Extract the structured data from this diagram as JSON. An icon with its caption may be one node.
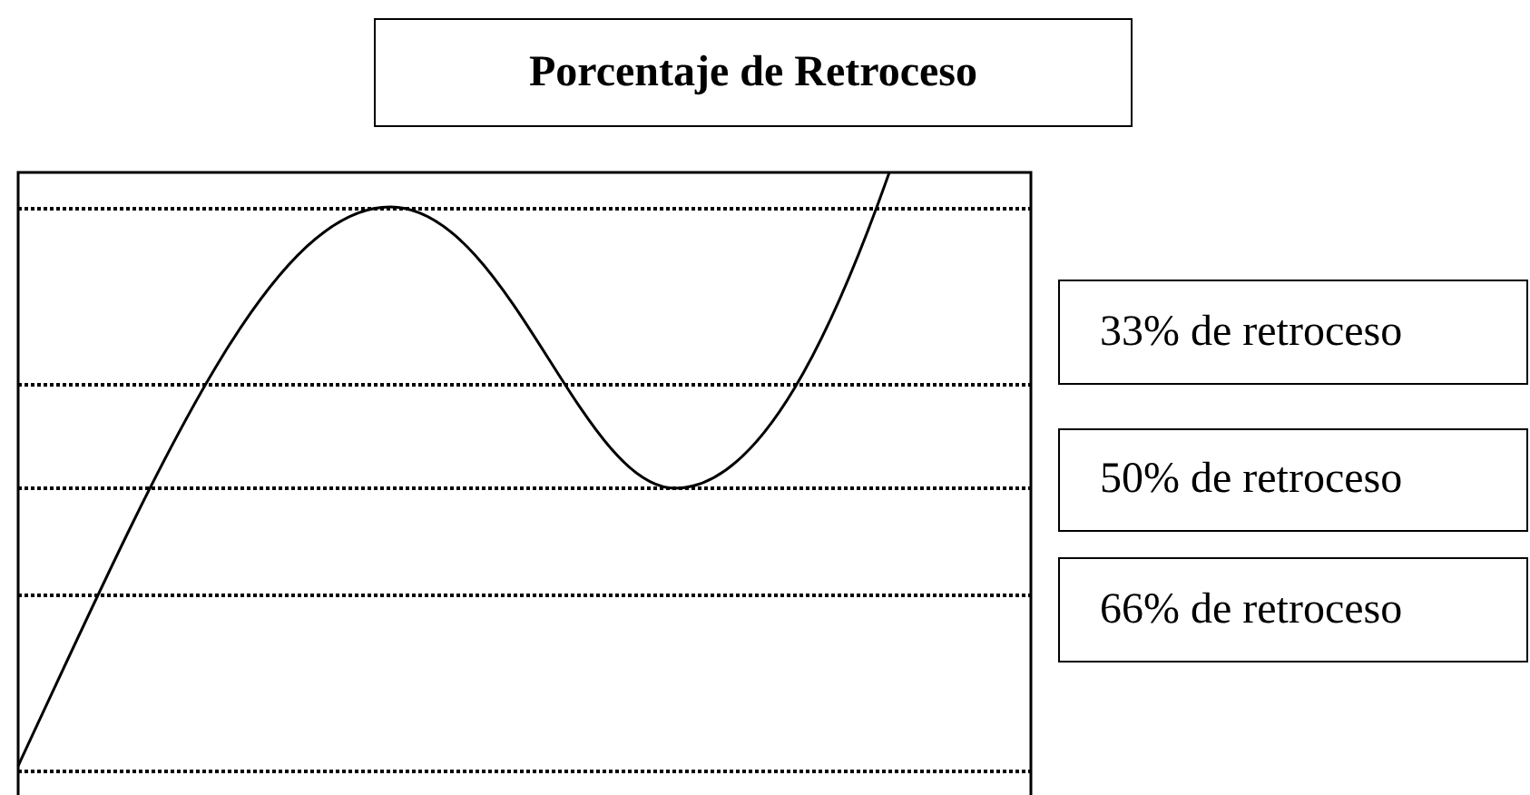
{
  "diagram": {
    "title": "Porcentaje de Retroceso",
    "nodes": [
      {
        "text": [
          "33% de retroceso"
        ]
      },
      {
        "text": [
          "50% de retroceso"
        ]
      },
      {
        "text": [
          "66% de retroceso"
        ]
      }
    ]
  }
}
